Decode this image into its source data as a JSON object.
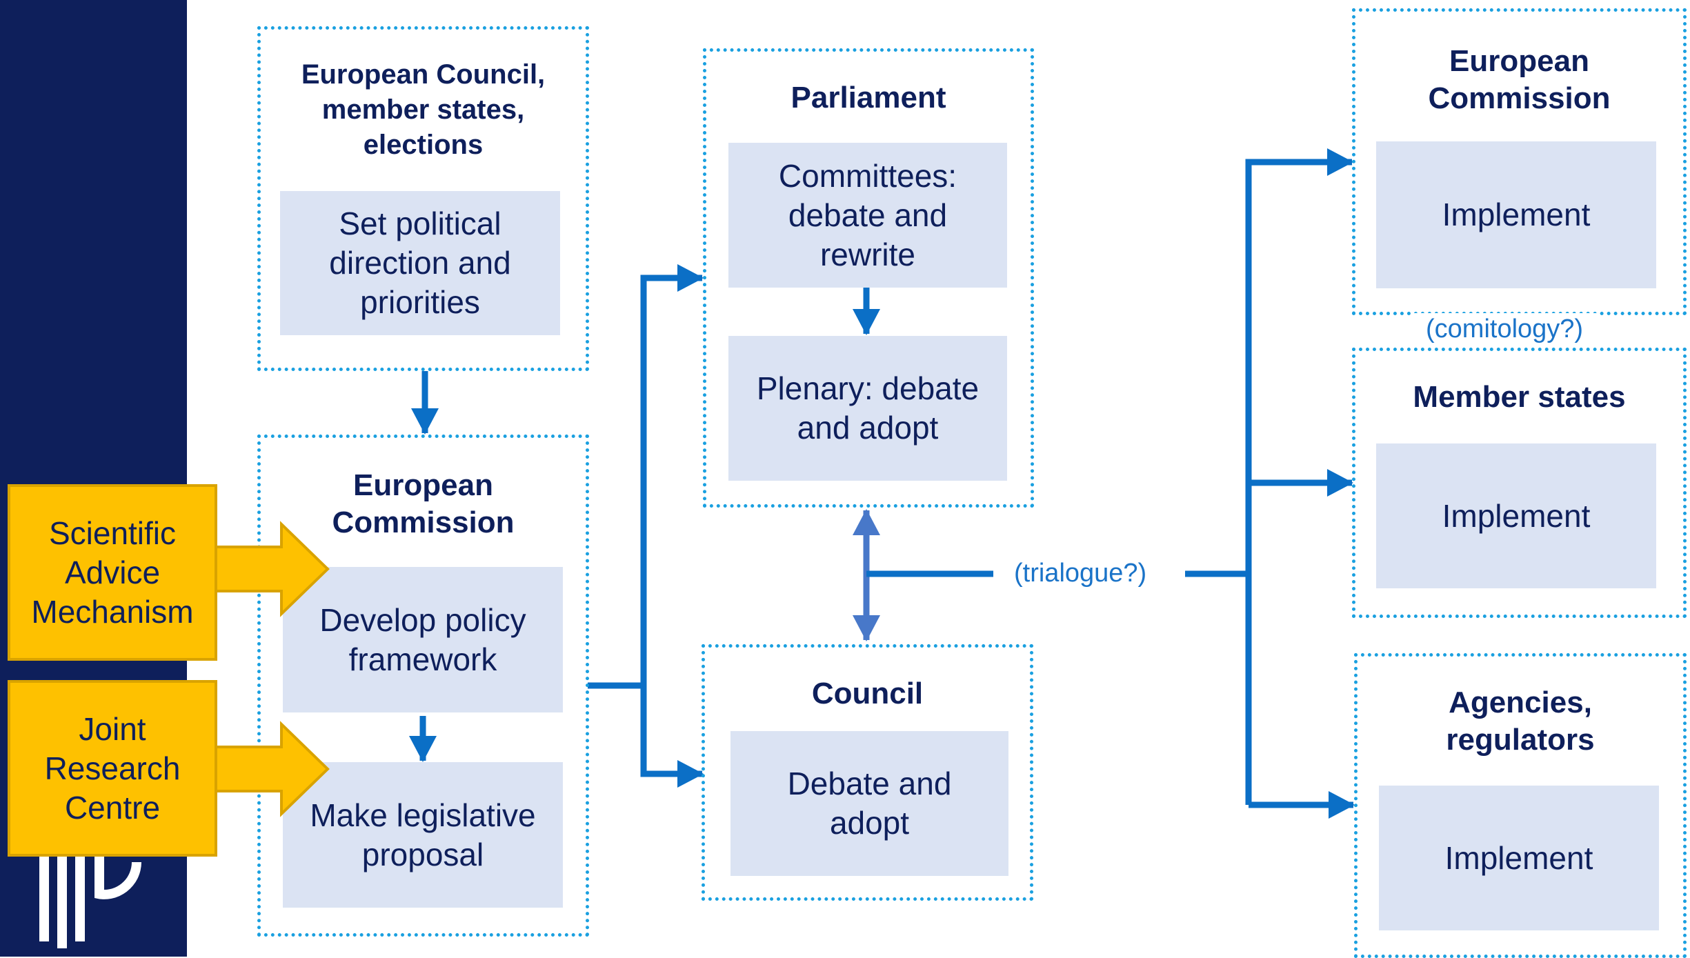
{
  "colors": {
    "navy": "#0e1f5b",
    "accent_blue": "#0b6fc6",
    "dotted_border": "#1aa0e0",
    "box_fill": "#dbe3f3",
    "highlight_yellow": "#fec100"
  },
  "agenda": {
    "title": "European Council, member states, elections",
    "task": "Set political direction and priorities"
  },
  "commission": {
    "title": "European Commission",
    "task1": "Develop policy framework",
    "task2": "Make legislative proposal"
  },
  "inputs": {
    "sam": "Scientific Advice Mechanism",
    "jrc": "Joint Research Centre"
  },
  "parliament": {
    "title": "Parliament",
    "task1": "Committees: debate and rewrite",
    "task2": "Plenary: debate and adopt"
  },
  "council": {
    "title": "Council",
    "task": "Debate and adopt"
  },
  "trilogue": "(trialogue?)",
  "comitology": "(comitology?)",
  "implementation": [
    {
      "title": "European Commission",
      "task": "Implement"
    },
    {
      "title": "Member states",
      "task": "Implement"
    },
    {
      "title": "Agencies, regulators",
      "task": "Implement"
    }
  ]
}
